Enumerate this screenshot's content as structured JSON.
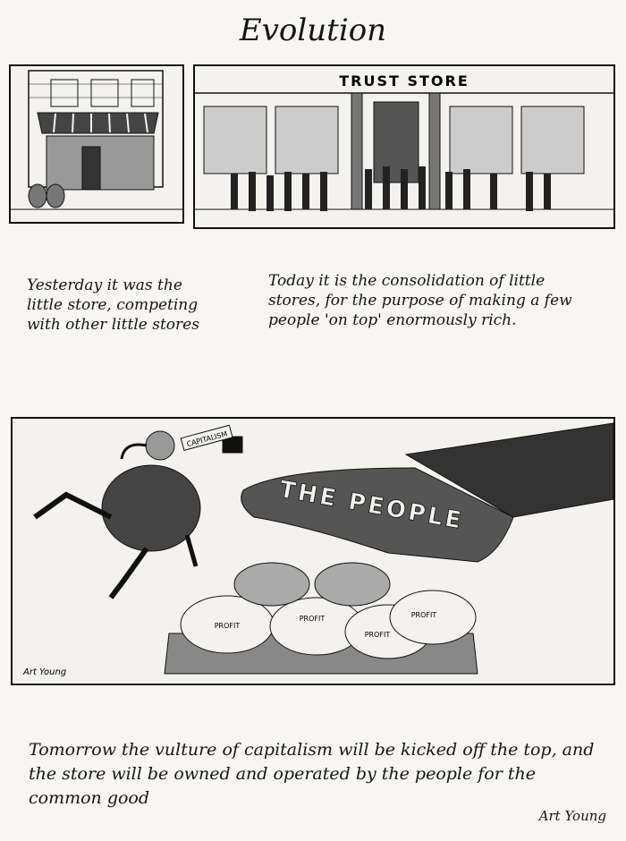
{
  "title": "Evolution",
  "panel1": {
    "sign": "",
    "caption": "Yesterday it was the little store, competing with other little stores"
  },
  "panel2": {
    "sign": "TRUST STORE",
    "caption": "Today it is the consolidation of little stores, for the purpose of making a few people 'on top' enormously rich."
  },
  "panel3": {
    "vulture_label": "CAPITALISM",
    "boot_label": "THE PEOPLE",
    "egg_labels": [
      "PROFIT",
      "PROFIT",
      "PROFIT",
      "PROFIT"
    ],
    "artist_signature": "Art Young"
  },
  "caption_bottom": "Tomorrow the vulture of capitalism will be kicked off the top, and the store will be owned and operated by the people for the common good",
  "signature": "Art Young"
}
